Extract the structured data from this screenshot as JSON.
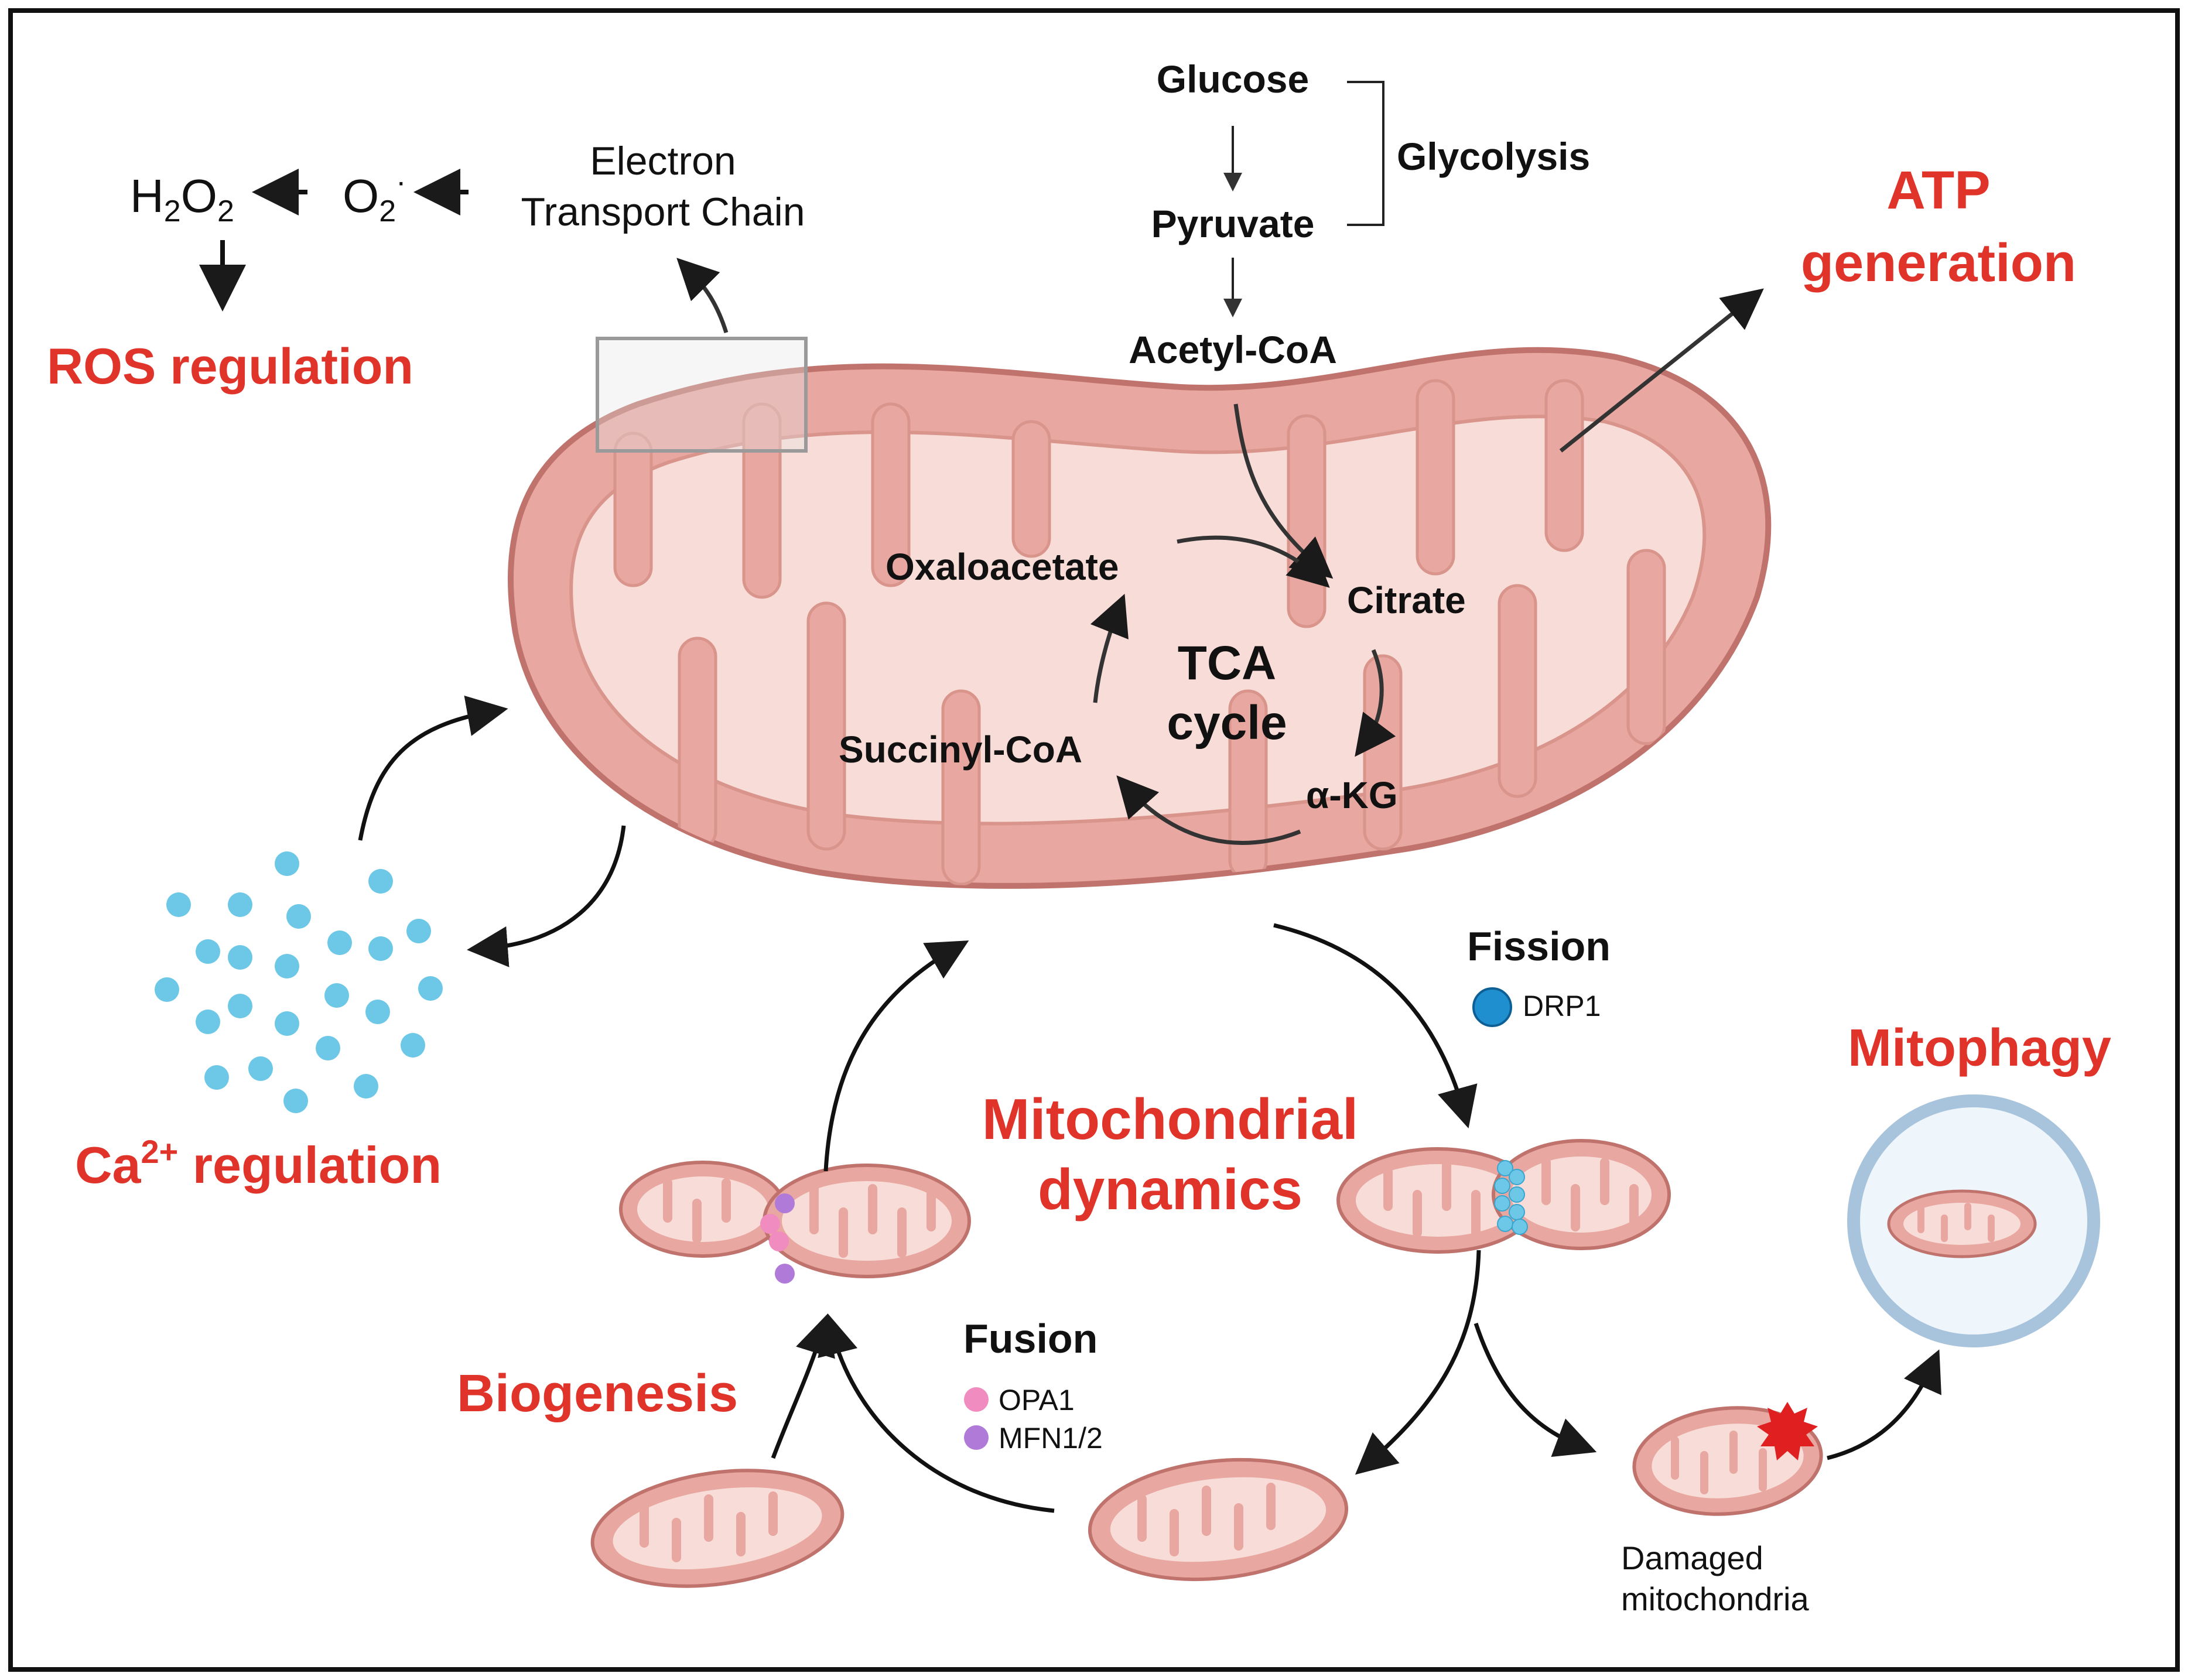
{
  "labels": {
    "glucose": "Glucose",
    "glycolysis": "Glycolysis",
    "pyruvate": "Pyruvate",
    "acetyl_coa": "Acetyl-CoA",
    "atp_line1": "ATP",
    "atp_line2": "generation",
    "etc_line1": "Electron",
    "etc_line2": "Transport Chain",
    "h2o2": {
      "base": "H",
      "sub1": "2",
      "mid": "O",
      "sub2": "2"
    },
    "o2": {
      "base": "O",
      "sub": "2",
      "sup": "·"
    },
    "ros_regulation": "ROS regulation",
    "oxaloacetate": "Oxaloacetate",
    "citrate": "Citrate",
    "tca_line1": "TCA",
    "tca_line2": "cycle",
    "succinyl_coa": "Succinyl-CoA",
    "alpha_kg": "α-KG",
    "ca_regulation": {
      "prefix": "Ca",
      "sup": "2+",
      "suffix": " regulation"
    },
    "fission": "Fission",
    "drp1": "DRP1",
    "mitochondrial_dynamics_line1": "Mitochondrial",
    "mitochondrial_dynamics_line2": "dynamics",
    "mitophagy": "Mitophagy",
    "biogenesis": "Biogenesis",
    "fusion": "Fusion",
    "opa1": "OPA1",
    "mfn12": "MFN1/2",
    "damaged_line1": "Damaged",
    "damaged_line2": "mitochondria"
  },
  "colors": {
    "red_label": "#e0342b",
    "mito_outer": "#e8a7a0",
    "mito_stroke": "#c0736c",
    "mito_inner": "#f8dcd7",
    "calcium": "#6cc8e6",
    "drp1": "#1f8fd0",
    "opa1": "#f08cbf",
    "mfn12": "#b07ad8",
    "damage_star": "#e02020",
    "vesicle": "#a8c4dc"
  },
  "icons": [
    "calcium-ion-icon",
    "drp1-dot-icon",
    "opa1-dot-icon",
    "mfn12-dot-icon",
    "damage-star-icon"
  ]
}
